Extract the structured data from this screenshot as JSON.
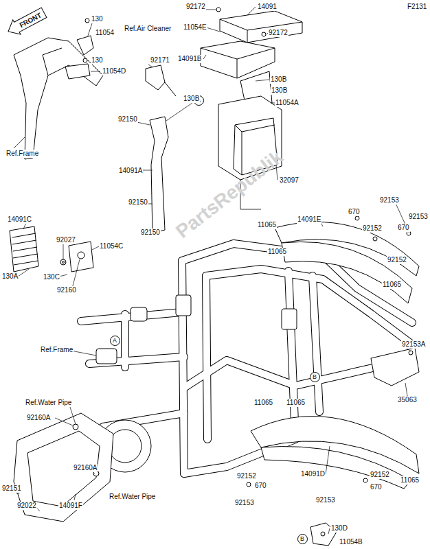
{
  "diagram": {
    "nodes": [
      {
        "text": [
          "FRONT"
        ]
      },
      {
        "text": [
          "A"
        ]
      },
      {
        "text": [
          "A"
        ]
      },
      {
        "text": [
          "B"
        ]
      },
      {
        "text": [
          "B"
        ]
      }
    ],
    "labels": [
      "F2131",
      "130",
      "11054",
      "130",
      "11054D",
      "Ref.Air Cleaner",
      "92171",
      "Ref.Frame",
      "130B",
      "92150",
      "14091A",
      "92150",
      "92150",
      "92172",
      "14091",
      "11054E",
      "92172",
      "14091B",
      "130B",
      "130B",
      "11054A",
      "32097",
      "92153",
      "670",
      "14091E",
      "11065",
      "92153",
      "92152",
      "670",
      "11065",
      "92152",
      "11065",
      "14091C",
      "92027",
      "11054C",
      "130A",
      "130C",
      "92160",
      "Ref.Frame",
      "92153A",
      "35063",
      "Ref.Water Pipe",
      "92160A",
      "92160A",
      "Ref.Water Pipe",
      "92151",
      "92022",
      "14091F",
      "11065",
      "11065",
      "92152",
      "14091D",
      "92152",
      "670",
      "92153",
      "670",
      "92153",
      "11065",
      "130D",
      "11054B",
      "PartsRepublik"
    ]
  }
}
